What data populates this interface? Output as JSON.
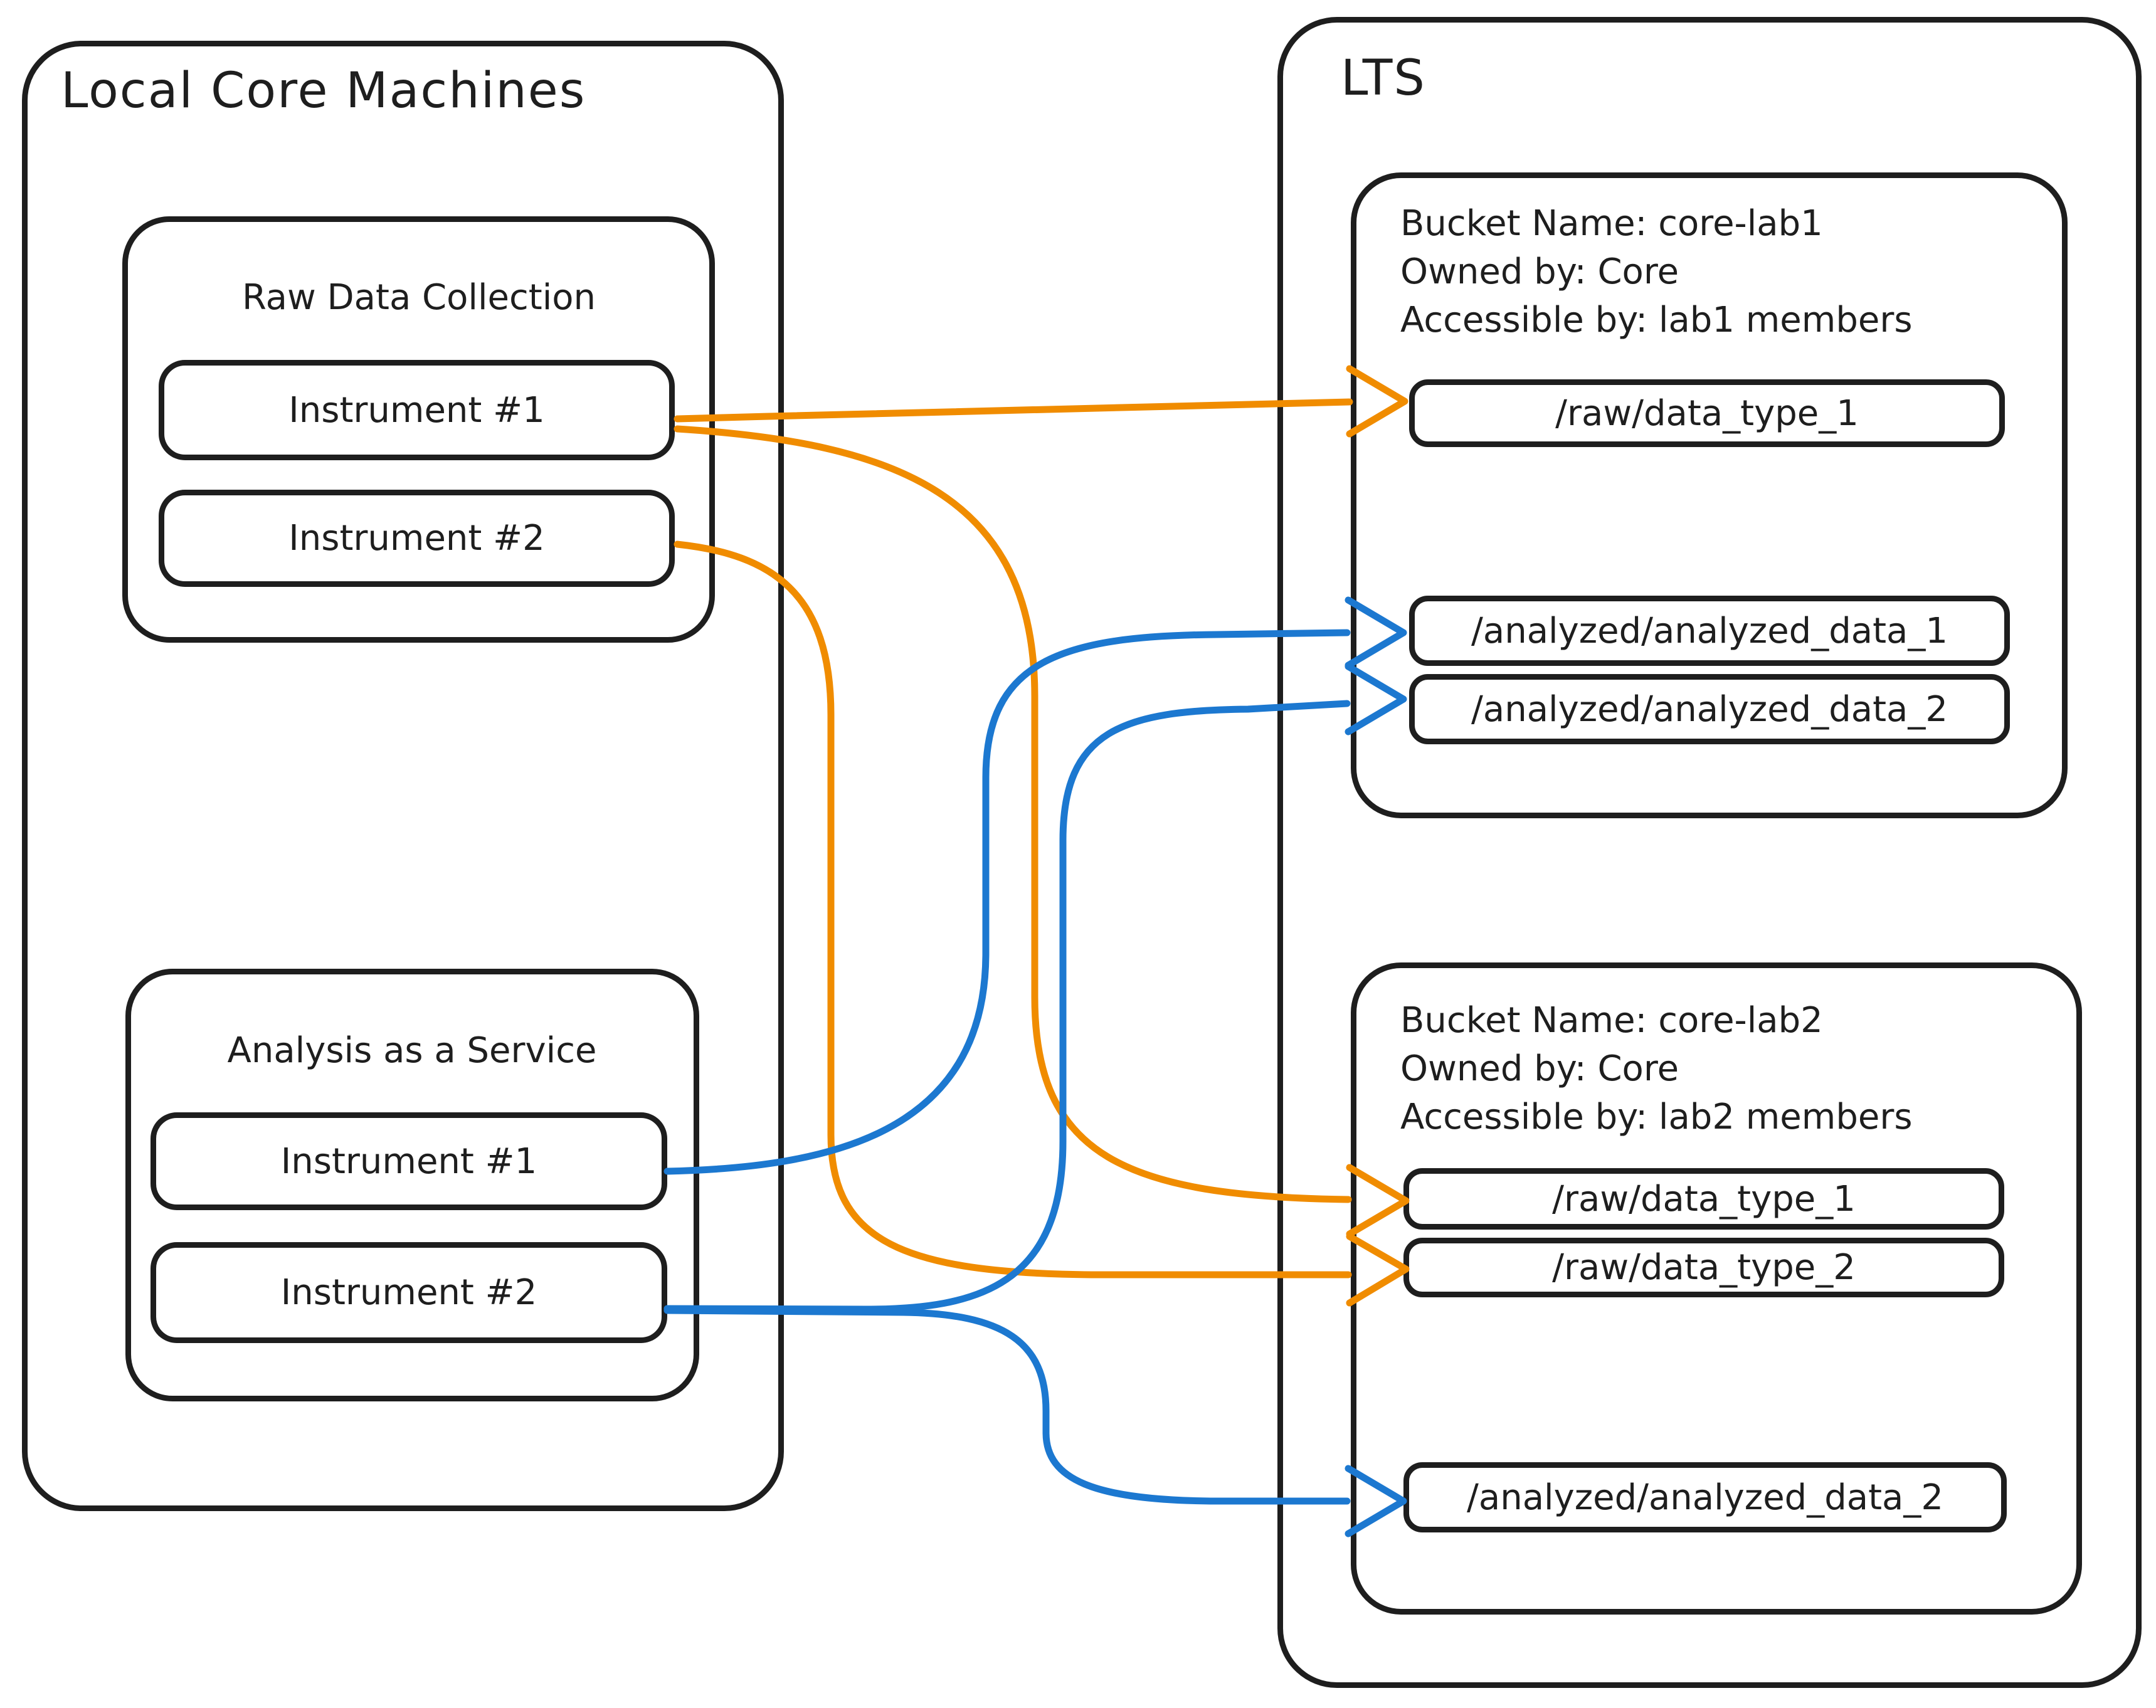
{
  "colors": {
    "raw_flow": "#f08c00",
    "analyzed_flow": "#1c78d0",
    "ink": "#1e1e1e"
  },
  "left_panel": {
    "title": "Local Core Machines",
    "groups": [
      {
        "title": "Raw Data Collection",
        "items": [
          "Instrument #1",
          "Instrument #2"
        ]
      },
      {
        "title": "Analysis as a Service",
        "items": [
          "Instrument #1",
          "Instrument #2"
        ]
      }
    ]
  },
  "right_panel": {
    "title": "LTS",
    "buckets": [
      {
        "name_line": "Bucket Name: core-lab1",
        "owner_line": "Owned by: Core",
        "access_line": "Accessible by: lab1 members",
        "paths": [
          "/raw/data_type_1",
          "/analyzed/analyzed_data_1",
          "/analyzed/analyzed_data_2"
        ]
      },
      {
        "name_line": "Bucket Name: core-lab2",
        "owner_line": "Owned by: Core",
        "access_line": "Accessible by: lab2 members",
        "paths": [
          "/raw/data_type_1",
          "/raw/data_type_2",
          "/analyzed/analyzed_data_2"
        ]
      }
    ]
  },
  "edges": [
    {
      "from": "Raw Data Collection / Instrument #1",
      "to": "core-lab1 /raw/data_type_1",
      "flow": "raw"
    },
    {
      "from": "Raw Data Collection / Instrument #1",
      "to": "core-lab2 /raw/data_type_1",
      "flow": "raw"
    },
    {
      "from": "Raw Data Collection / Instrument #2",
      "to": "core-lab2 /raw/data_type_2",
      "flow": "raw"
    },
    {
      "from": "Analysis as a Service / Instrument #1",
      "to": "core-lab1 /analyzed/analyzed_data_1",
      "flow": "analyzed"
    },
    {
      "from": "Analysis as a Service / Instrument #2",
      "to": "core-lab1 /analyzed/analyzed_data_2",
      "flow": "analyzed"
    },
    {
      "from": "Analysis as a Service / Instrument #2",
      "to": "core-lab2 /analyzed/analyzed_data_2",
      "flow": "analyzed"
    }
  ]
}
